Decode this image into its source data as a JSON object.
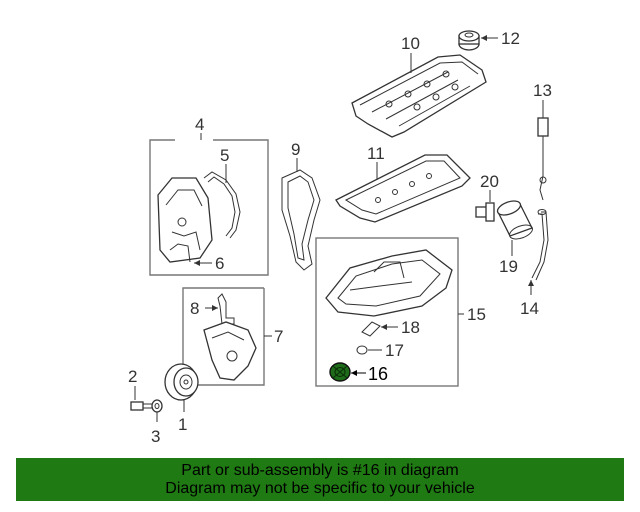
{
  "callouts": {
    "c1": "1",
    "c2": "2",
    "c3": "3",
    "c4": "4",
    "c5": "5",
    "c6": "6",
    "c7": "7",
    "c8": "8",
    "c9": "9",
    "c10": "10",
    "c11": "11",
    "c12": "12",
    "c13": "13",
    "c14": "14",
    "c15": "15",
    "c16": "16",
    "c17": "17",
    "c18": "18",
    "c19": "19",
    "c20": "20"
  },
  "banner": {
    "line1": "Part or sub-assembly is #16 in diagram",
    "line2": "Diagram may not be specific to your vehicle",
    "background": "#1f7a13"
  },
  "highlight_color": "#1e6b1a"
}
